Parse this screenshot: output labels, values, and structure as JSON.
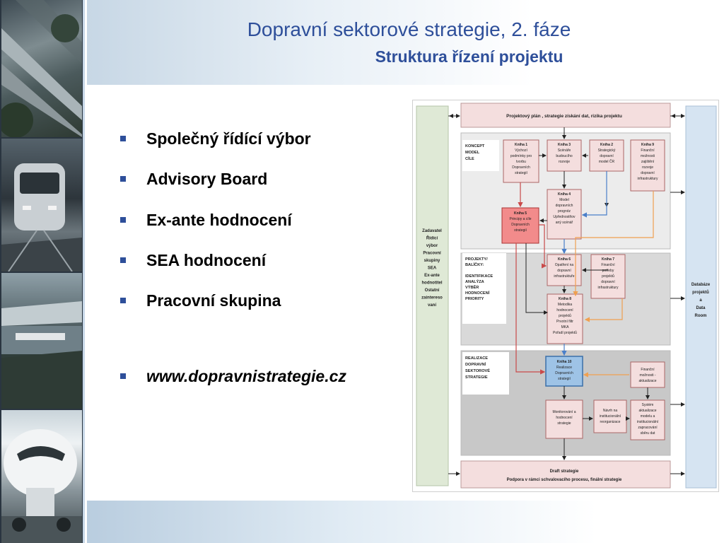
{
  "slide": {
    "title": "Dopravní sektorové strategie, 2. fáze",
    "subtitle": "Struktura řízení projektu"
  },
  "bullets": [
    "Společný řídící výbor",
    "Advisory Board",
    "Ex-ante hodnocení",
    "SEA hodnocení",
    "Pracovní skupina",
    "www.dopravnistrategie.cz"
  ],
  "diagram": {
    "top_bar": "Projektový plán , strategie získání dat, rizika projektu",
    "left_column": [
      "Zadavatel",
      "Řídící",
      "výbor",
      "Pracovní",
      "skupiny",
      "SEA",
      "Ex-ante",
      "hodnotitel",
      "Ostatní",
      "zaintereso",
      "vaní"
    ],
    "right_column": [
      "Databáze",
      "projektů",
      "a",
      "Data",
      "Room"
    ],
    "section_labels": {
      "koncept": [
        "KONCEPT",
        "MODEL",
        "CÍLE"
      ],
      "projekty": [
        "PROJEKTY/",
        "BALÍČKY:",
        "",
        "IDENTIFIKACE",
        "ANALÝZA",
        "VÝBĚR",
        "HODNOCENÍ",
        "PRIORITY"
      ],
      "realizace": [
        "REALIZACE",
        "DOPRAVNÍ",
        "SEKTOROVÉ",
        "STRATEGIE"
      ]
    },
    "boxes": {
      "kniha1": [
        "Kniha 1",
        "Výchozí",
        "podmínky pro",
        "tvorbu",
        "Dopravních",
        "strategií"
      ],
      "kniha3": [
        "Kniha 3",
        "Scénáře",
        "budoucího",
        "rozvoje"
      ],
      "kniha2": [
        "Kniha 2",
        "Strategický",
        "dopravní",
        "model ČR"
      ],
      "kniha9": [
        "Kniha 9",
        "Finanční",
        "možnosti",
        "zajištění",
        "rozvoje",
        "dopravní",
        "infrastruktury"
      ],
      "kniha4": [
        "Kniha 4",
        "Model",
        "dopravních",
        "prognóz",
        "Upřednostňov",
        "aný scénář"
      ],
      "kniha5": [
        "Kniha 5",
        "Principy a cíle",
        "Dopravních",
        "strategií"
      ],
      "kniha6": [
        "Kniha 6",
        "Opatření na",
        "dopravní",
        "infrastruktuře"
      ],
      "kniha7": [
        "Kniha 7",
        "Finanční",
        "potřeby",
        "projektů",
        "dopravní",
        "infrastruktury"
      ],
      "kniha8": [
        "Kniha 8",
        "Metodika",
        "hodnocení",
        "projektů",
        "Prvotní filtr",
        "MKA",
        "Pořadí projektů"
      ],
      "kniha10": [
        "Kniha 10",
        "Realizace",
        "Dopravních",
        "strategií"
      ],
      "financni": [
        "Finanční",
        "možnosti -",
        "aktualizace"
      ],
      "monitorovani": [
        "Monitorování a",
        "hodnocení",
        "strategie"
      ],
      "navrh": [
        "Návrh na",
        "institucionální",
        "reorganizace"
      ],
      "system": [
        "Systém",
        "aktualizace",
        "modelu a",
        "institucionální",
        "zapracování",
        "sběru dat"
      ]
    },
    "bottom_bar": [
      "Draft strategie",
      "Podpora v rámci schvalovacího procesu, finální strategie"
    ]
  },
  "colors": {
    "title": "#2e4f9a",
    "bullet_marker": "#2e4f9a",
    "box_pink": "#f4dede",
    "box_red": "#f28b8b",
    "box_blue": "#9ec3e6",
    "left_column": "#dfe9d6",
    "right_column": "#d6e4f2",
    "section_band": "#d9d9d9",
    "arrow_red": "#c94a4a",
    "arrow_blue": "#4a7fc9",
    "arrow_orange": "#f0a050"
  }
}
